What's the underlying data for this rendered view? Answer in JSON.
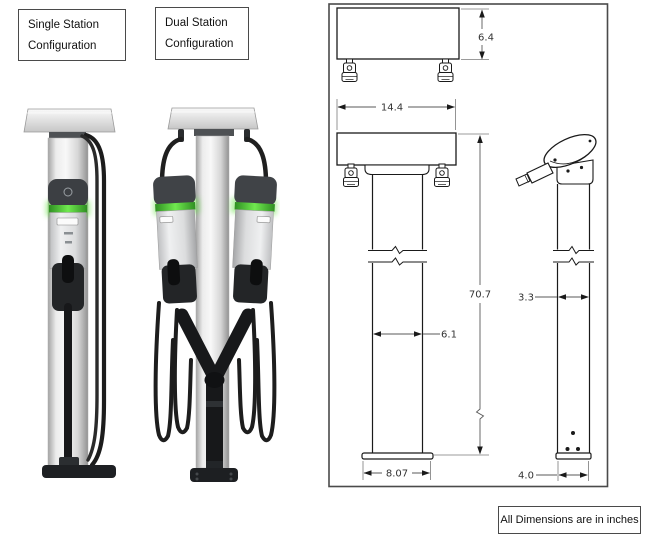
{
  "header_labels": {
    "single": {
      "line1": "Single Station",
      "line2": "Configuration"
    },
    "dual": {
      "line1": "Dual Station",
      "line2": "Configuration"
    }
  },
  "dimension_drawing": {
    "head_depth": "6.4",
    "head_width": "14.4",
    "overall_height": "70.7",
    "column_width": "6.1",
    "base_width": "8.07",
    "column_depth": "3.3",
    "base_depth": "4.0"
  },
  "footer": {
    "note": "All Dimensions are in inches"
  },
  "colors": {
    "led_green": "#5bd63c",
    "line": "#1a1a1a"
  }
}
